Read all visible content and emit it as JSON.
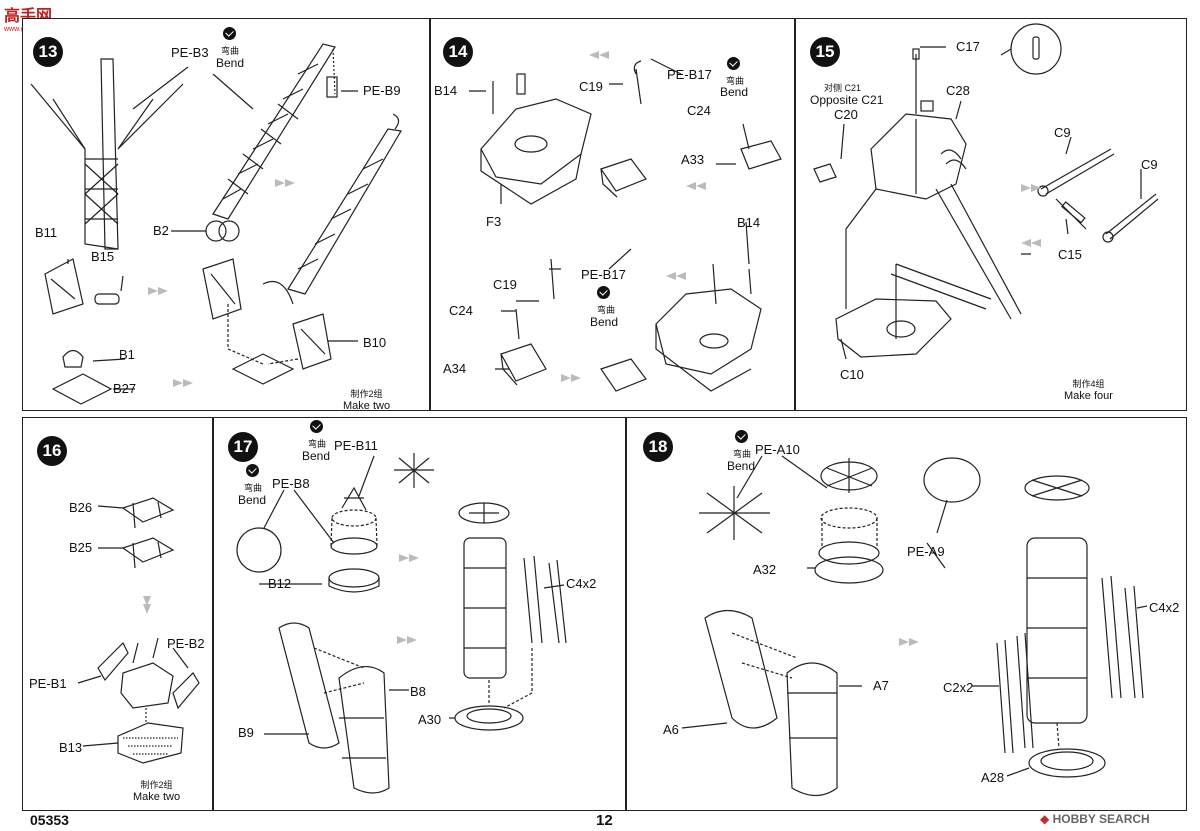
{
  "header": {
    "logo_text": "高手网",
    "logo_url_text": "www.gaoshou.net"
  },
  "footer": {
    "code": "05353",
    "page": "12",
    "watermark": "HOBBY SEARCH"
  },
  "bend": {
    "cn": "弯曲",
    "en": "Bend"
  },
  "steps": {
    "s13": {
      "num": "13",
      "labels": {
        "peb3": "PE-B3",
        "peb9": "PE-B9",
        "b2": "B2",
        "b11": "B11",
        "b15": "B15",
        "b1": "B1",
        "b27": "B27",
        "b10": "B10"
      },
      "make_cn": "制作2组",
      "make_en": "Make two"
    },
    "s14": {
      "num": "14",
      "labels": {
        "b14a": "B14",
        "c19a": "C19",
        "peb17a": "PE-B17",
        "c24a": "C24",
        "a33": "A33",
        "f3": "F3",
        "b14b": "B14",
        "c19b": "C19",
        "peb17b": "PE-B17",
        "c24b": "C24",
        "a34": "A34"
      }
    },
    "s15": {
      "num": "15",
      "labels": {
        "c17": "C17",
        "opp_cn": "对侧 C21",
        "opp_en": "Opposite C21",
        "c28": "C28",
        "c20": "C20",
        "c9a": "C9",
        "c9b": "C9",
        "c15": "C15",
        "c10": "C10"
      },
      "make_cn": "制作4组",
      "make_en": "Make four"
    },
    "s16": {
      "num": "16",
      "labels": {
        "b26": "B26",
        "b25": "B25",
        "peb2": "PE-B2",
        "peb1": "PE-B1",
        "b13": "B13"
      },
      "make_cn": "制作2组",
      "make_en": "Make two"
    },
    "s17": {
      "num": "17",
      "labels": {
        "peb11": "PE-B11",
        "peb8": "PE-B8",
        "b12": "B12",
        "c4x2": "C4x2",
        "b8": "B8",
        "b9": "B9",
        "a30": "A30"
      }
    },
    "s18": {
      "num": "18",
      "labels": {
        "pea10": "PE-A10",
        "a32": "A32",
        "pea9": "PE-A9",
        "c4x2": "C4x2",
        "a7": "A7",
        "c2x2": "C2x2",
        "a6": "A6",
        "a28": "A28"
      }
    }
  }
}
